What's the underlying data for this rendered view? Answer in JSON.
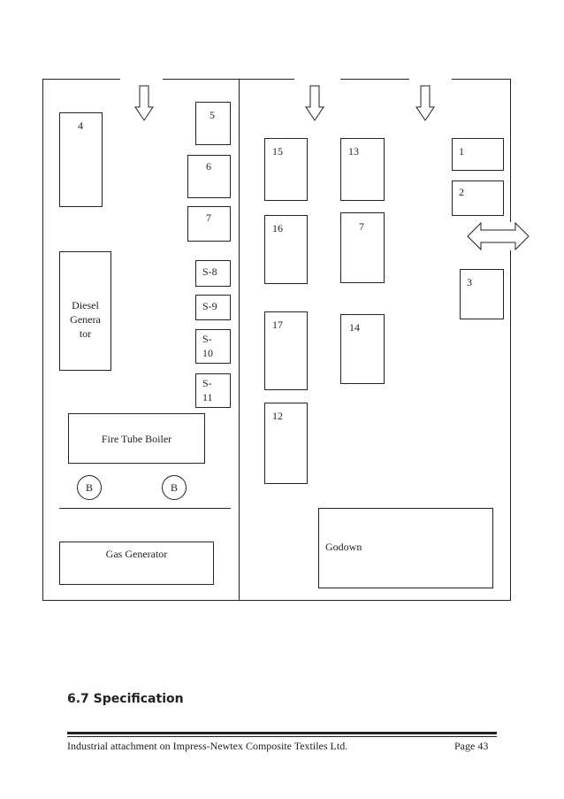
{
  "layout": {
    "rooms": {
      "r4": "4",
      "r5": "5",
      "r6": "6",
      "r7a": "7",
      "s8": "S-8",
      "s9": "S-9",
      "s10": "S-\n10",
      "s11": "S-\n11",
      "diesel": "Diesel\nGenera\ntor",
      "boiler": "Fire Tube Boiler",
      "b1": "B",
      "b2": "B",
      "gas": "Gas Generator",
      "r15": "15",
      "r16": "16",
      "r17": "17",
      "r12": "12",
      "r13": "13",
      "r7b": "7",
      "r14": "14",
      "r1": "1",
      "r2": "2",
      "r3": "3",
      "godown": "Godown"
    }
  },
  "section": {
    "heading": "6.7 Specification"
  },
  "footer": {
    "left": "Industrial attachment on Impress-Newtex Composite Textiles Ltd.",
    "right": "Page 43"
  }
}
